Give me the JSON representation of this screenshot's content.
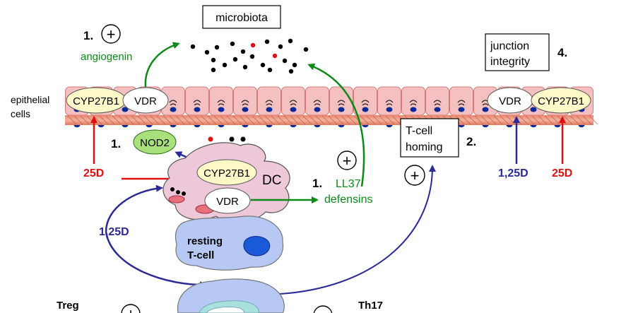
{
  "labels": {
    "microbiota": "microbiota",
    "epithelial_line1": "epithelial",
    "epithelial_line2": "cells",
    "junction_line1": "junction",
    "junction_line2": "integrity",
    "tcell_homing_line1": "T-cell",
    "tcell_homing_line2": "homing",
    "resting_line1": "resting",
    "resting_line2": "T-cell",
    "angiogenin": "angiogenin",
    "ll37": "LL37",
    "defensins": "defensins",
    "dc": "DC",
    "nod2": "NOD2",
    "cyp_left": "CYP27B1",
    "vdr_left": "VDR",
    "cyp_dc": "CYP27B1",
    "vdr_dc": "VDR",
    "cyp_right": "CYP27B1",
    "vdr_right": "VDR",
    "d25_left": "25D",
    "d25_right": "25D",
    "d125_left": "1,25D",
    "d125_right": "1,25D",
    "treg": "Treg",
    "th17": "Th17"
  },
  "markers": {
    "num_angiogenin": "1.",
    "num_nod2": "1.",
    "num_ll37": "1.",
    "num_homing": "2.",
    "num_junction": "4.",
    "plus": "+",
    "minus": "−"
  },
  "colors": {
    "green_arrow": "#0a8a18",
    "red_arrow": "#e01010",
    "blue_arrow": "#2a2a96",
    "epithelial_fill": "#f5c0c0",
    "cell_border": "#d47a7a",
    "nucleus": "#0a2a9a",
    "ellipse_fill": "#fdf8c8",
    "nod2_fill": "#a8e07c",
    "dc_fill": "#ecc8d8",
    "tcell_fill": "#b8c8f4"
  }
}
